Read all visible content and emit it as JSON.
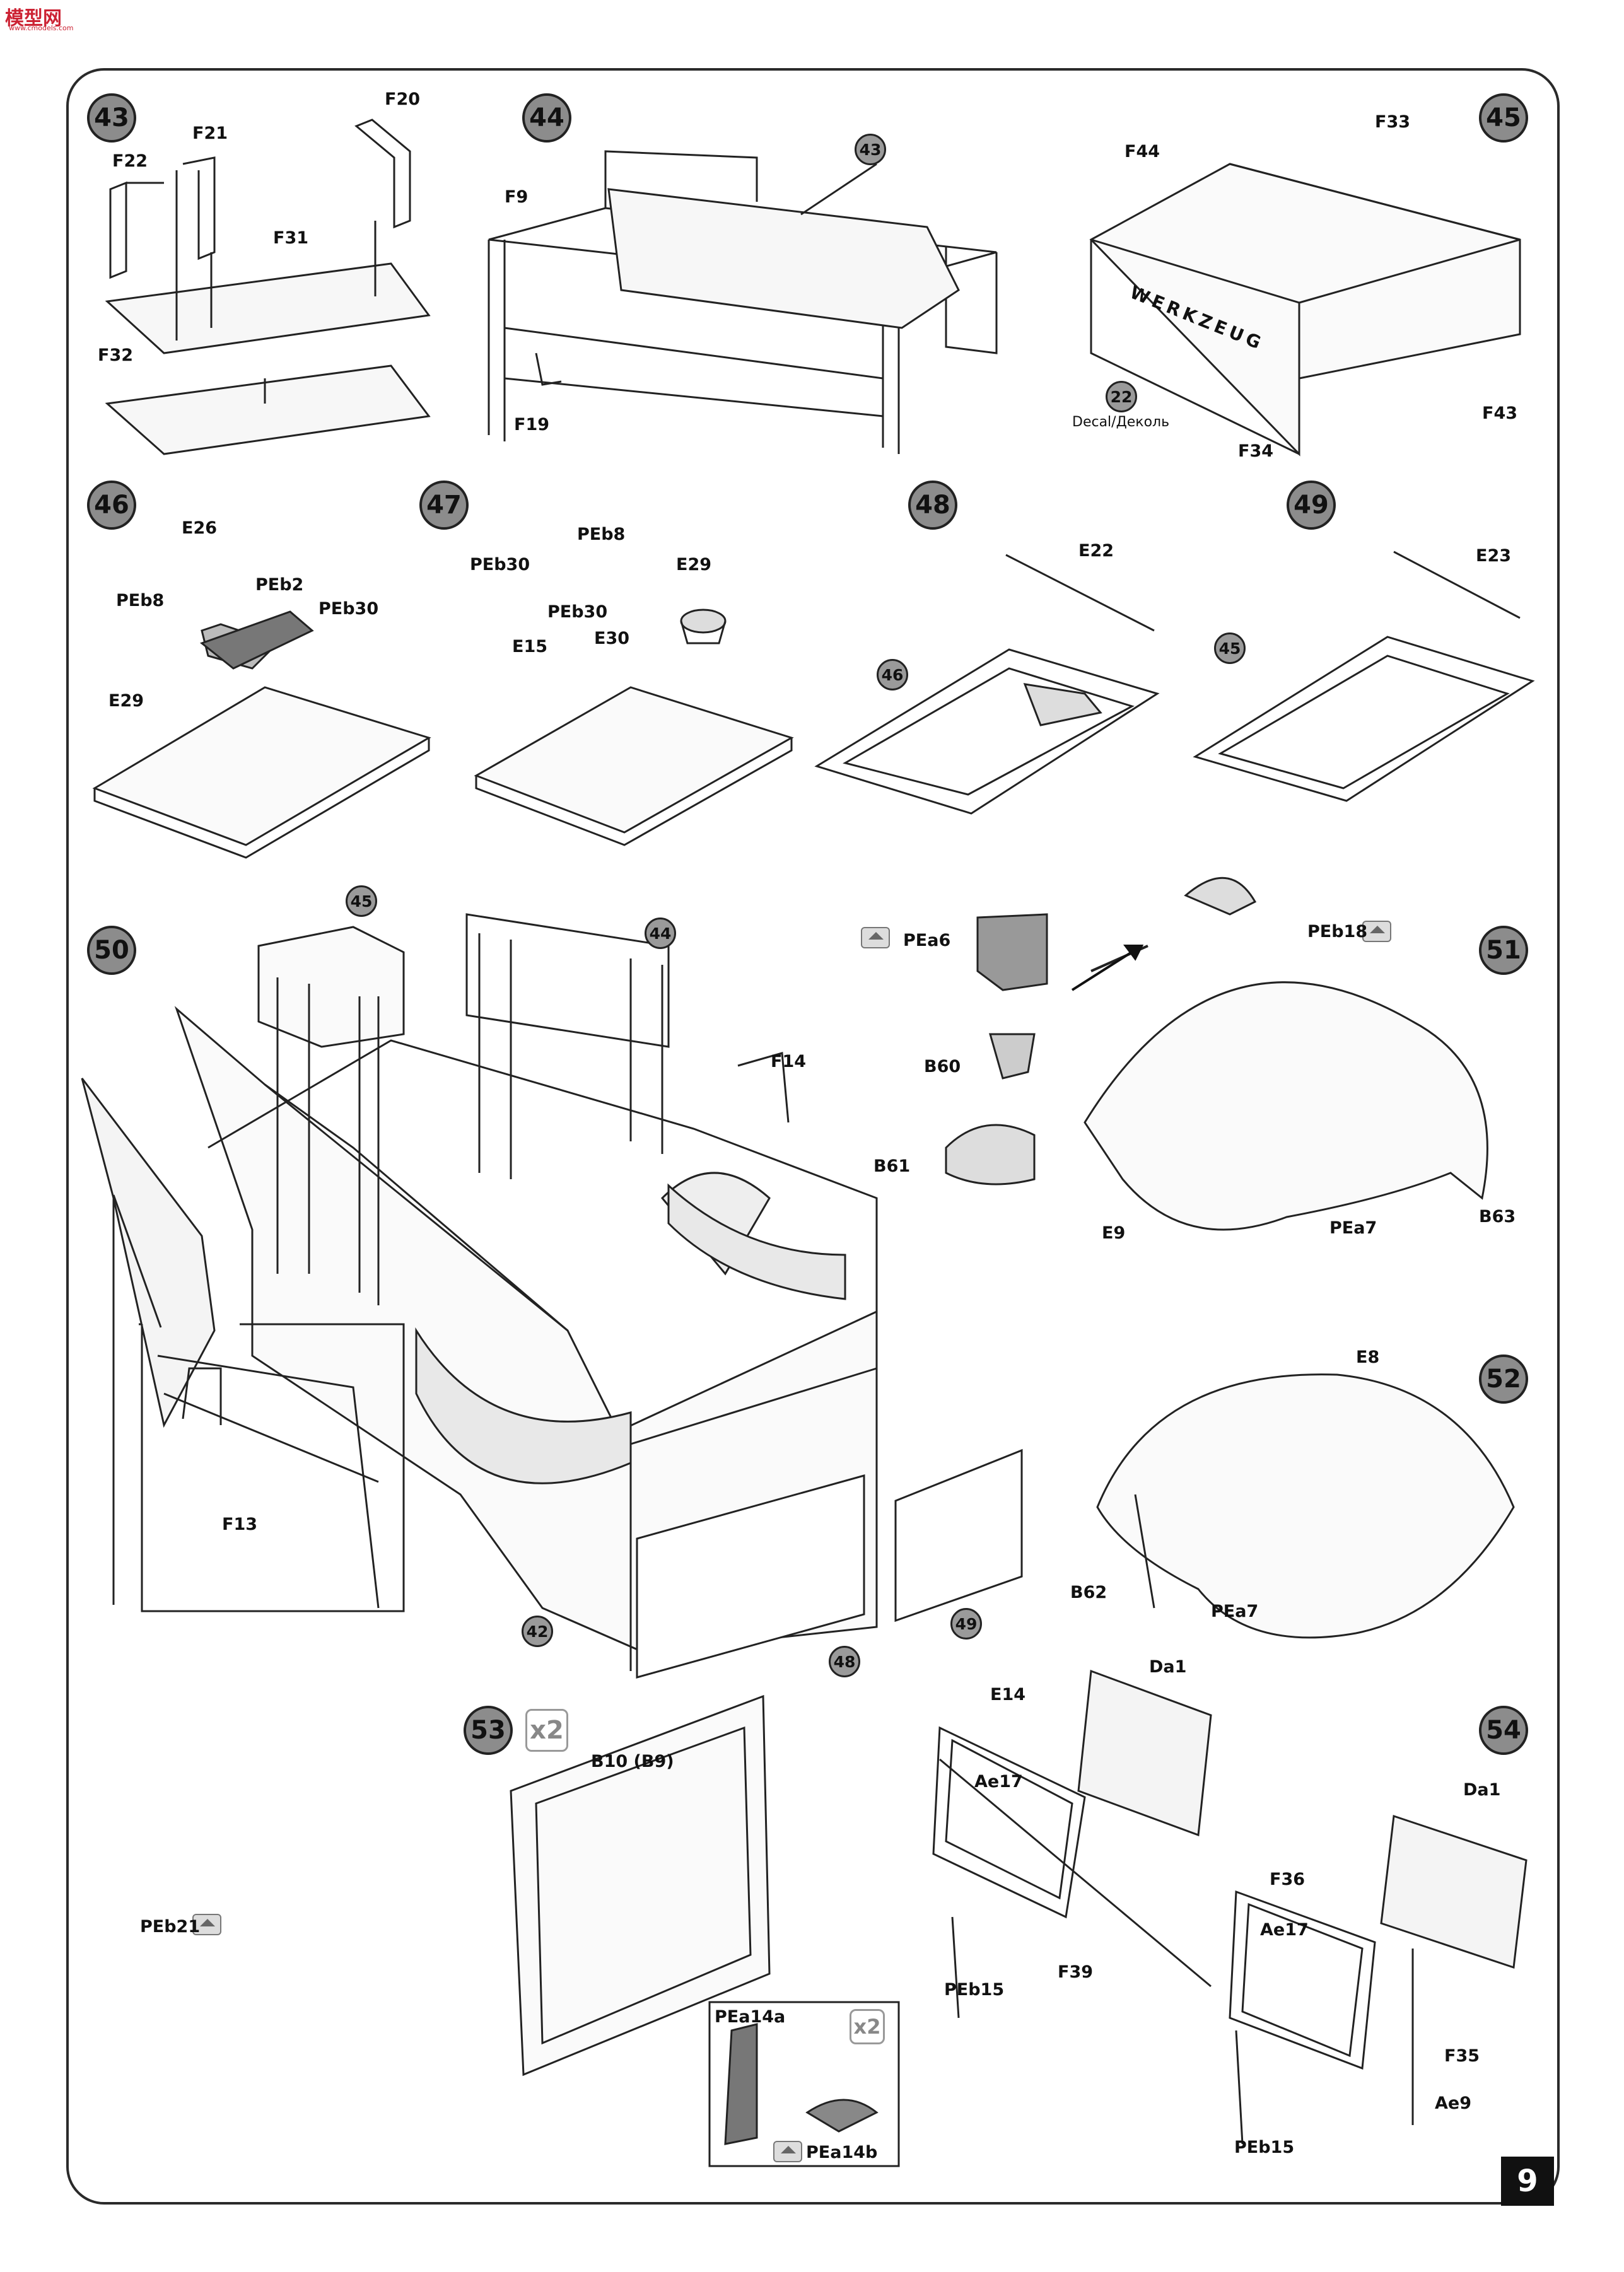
{
  "watermark": {
    "logo": "模型网",
    "sub": "www.cmodels.com"
  },
  "page_number": "9",
  "steps": {
    "s43": "43",
    "s44": "44",
    "s45": "45",
    "s46": "46",
    "s47": "47",
    "s48": "48",
    "s49": "49",
    "s50": "50",
    "s51": "51",
    "s52": "52",
    "s53": "53",
    "s54": "54"
  },
  "refs": {
    "r43": "43",
    "r22": "22",
    "r46": "46",
    "r45a": "45",
    "r45b": "45",
    "r44": "44",
    "r42": "42",
    "r48": "48",
    "r49": "49"
  },
  "repeat": {
    "x2_step53": "x2",
    "x2_pe": "x2"
  },
  "labels": {
    "F20": "F20",
    "F21": "F21",
    "F22": "F22",
    "F31": "F31",
    "F32": "F32",
    "F9": "F9",
    "F19": "F19",
    "F33": "F33",
    "F44": "F44",
    "F43": "F43",
    "F34": "F34",
    "decal": "Decal/Деколь",
    "werkzeug": "WERKZEUG",
    "E26": "E26",
    "PEb8a": "PEb8",
    "PEb2": "PEb2",
    "PEb30a": "PEb30",
    "E29a": "E29",
    "PEb8b": "PEb8",
    "PEb30b": "PEb30",
    "PEb30c": "PEb30",
    "E15": "E15",
    "E30": "E30",
    "E29b": "E29",
    "E22": "E22",
    "E23": "E23",
    "F14": "F14",
    "F13": "F13",
    "PEb21": "PEb21",
    "PEa6": "PEa6",
    "B60": "B60",
    "B61": "B61",
    "PEb18": "PEb18",
    "E9": "E9",
    "PEa7a": "PEa7",
    "B63": "B63",
    "E8": "E8",
    "B62": "B62",
    "PEa7b": "PEa7",
    "B10": "B10 (B9)",
    "PEa14a": "PEa14a",
    "PEa14b": "PEa14b",
    "E14": "E14",
    "Da1a": "Da1",
    "Da1b": "Da1",
    "Ae17a": "Ae17",
    "Ae17b": "Ae17",
    "F36": "F36",
    "F39": "F39",
    "F35": "F35",
    "PEb15a": "PEb15",
    "PEb15b": "PEb15",
    "Ae9": "Ae9"
  }
}
